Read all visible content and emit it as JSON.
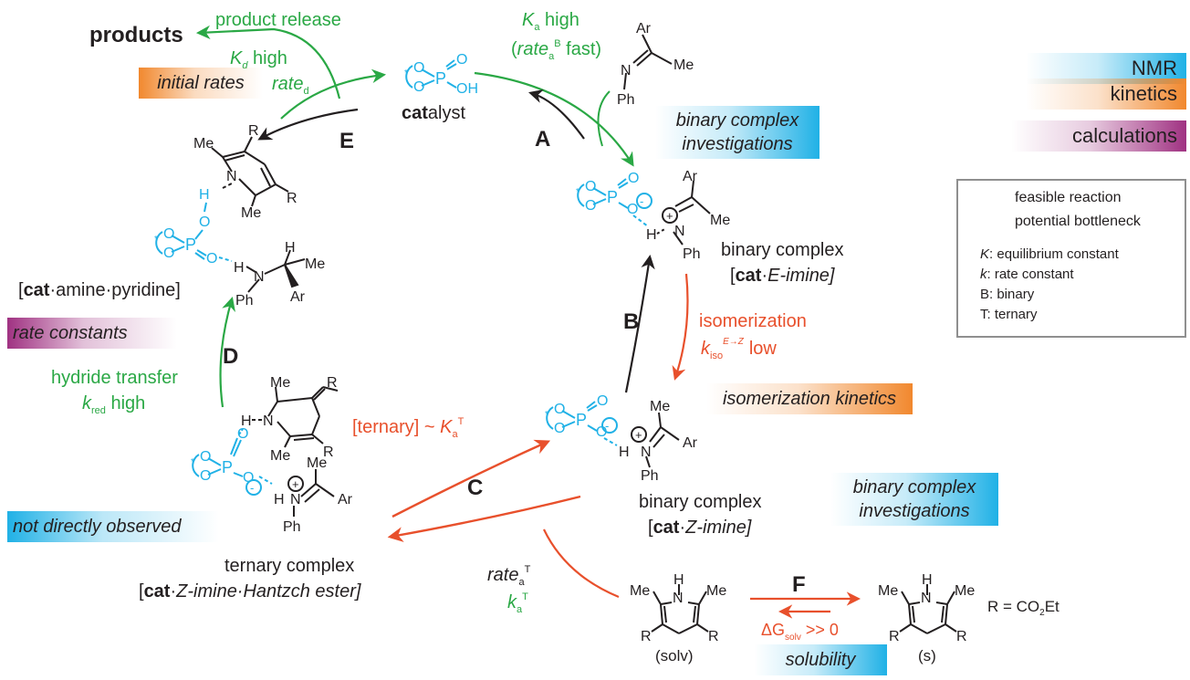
{
  "legend_badges": {
    "nmr": "NMR",
    "kinetics": "kinetics",
    "calculations": "calculations"
  },
  "badges": {
    "initial_rates": "initial rates",
    "binary_top_line1": "binary complex",
    "binary_top_line2": "investigations",
    "rate_constants": "rate constants",
    "isomerization_kinetics": "isomerization kinetics",
    "not_observed": "not directly observed",
    "binary_bottom_line1": "binary complex",
    "binary_bottom_line2": "investigations",
    "solubility": "solubility"
  },
  "legend": {
    "feasible": "feasible reaction",
    "bottleneck": "potential bottleneck",
    "def_K_sym": "K",
    "def_K": ": equilibrium constant",
    "def_k_sym": "k",
    "def_k": ": rate constant",
    "def_B": "B: binary",
    "def_T": "T: ternary"
  },
  "labels": {
    "products": "products",
    "product_release": "product release",
    "Kd_high": "high",
    "rate_d": "rate",
    "catalyst_bold": "cat",
    "catalyst_rest": "alyst",
    "Ka_high": "high",
    "rate_a_fast": "fast)",
    "step_A": "A",
    "step_B": "B",
    "step_C": "C",
    "step_D": "D",
    "step_E": "E",
    "step_F": "F",
    "binary_E_line1": "binary complex",
    "binary_E_bold": "cat",
    "binary_E_rest": "E-imine]",
    "isomerization": "isomerization",
    "k_iso_low": "low",
    "binary_Z_line1": "binary complex",
    "binary_Z_bold": "cat",
    "binary_Z_rest": "Z-imine]",
    "ternary_eq": "[ternary] ~ ",
    "ternary_line1": "ternary complex",
    "ternary_bold": "cat",
    "ternary_rest": "Z-imine·Hantzch ester]",
    "amine_pyridine_bold": "cat",
    "amine_pyridine_rest": "·amine·pyridine]",
    "hydride_transfer": "hydride transfer",
    "k_red_high": "high",
    "rate_aT": "rate",
    "delta_G": "ΔG",
    "delta_G_rest": " >> 0",
    "solv": "(solv)",
    "s": "(s)",
    "R_def": "R = CO",
    "R_def_rest": "Et"
  },
  "colors": {
    "green": "#2aa845",
    "red": "#e8502c",
    "cyan": "#20b1e6",
    "black": "#231f20"
  }
}
